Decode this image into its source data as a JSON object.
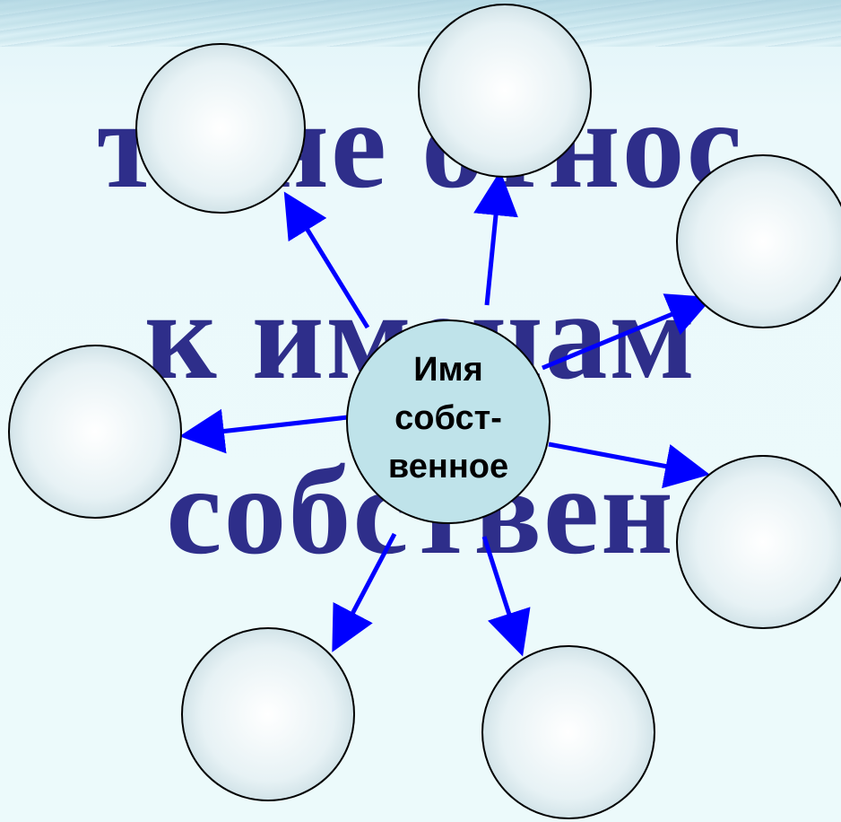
{
  "background_text": {
    "line1": "то не относ",
    "line2": "к именам",
    "line3": "собствен"
  },
  "center_node": {
    "line1": "Имя",
    "line2": "собст-",
    "line3": "венное"
  },
  "colors": {
    "arrow": "#0000ff",
    "title_text": "#2e2e8a",
    "center_fill": "#bfe3ea",
    "outer_fill": "#dfeff3"
  }
}
